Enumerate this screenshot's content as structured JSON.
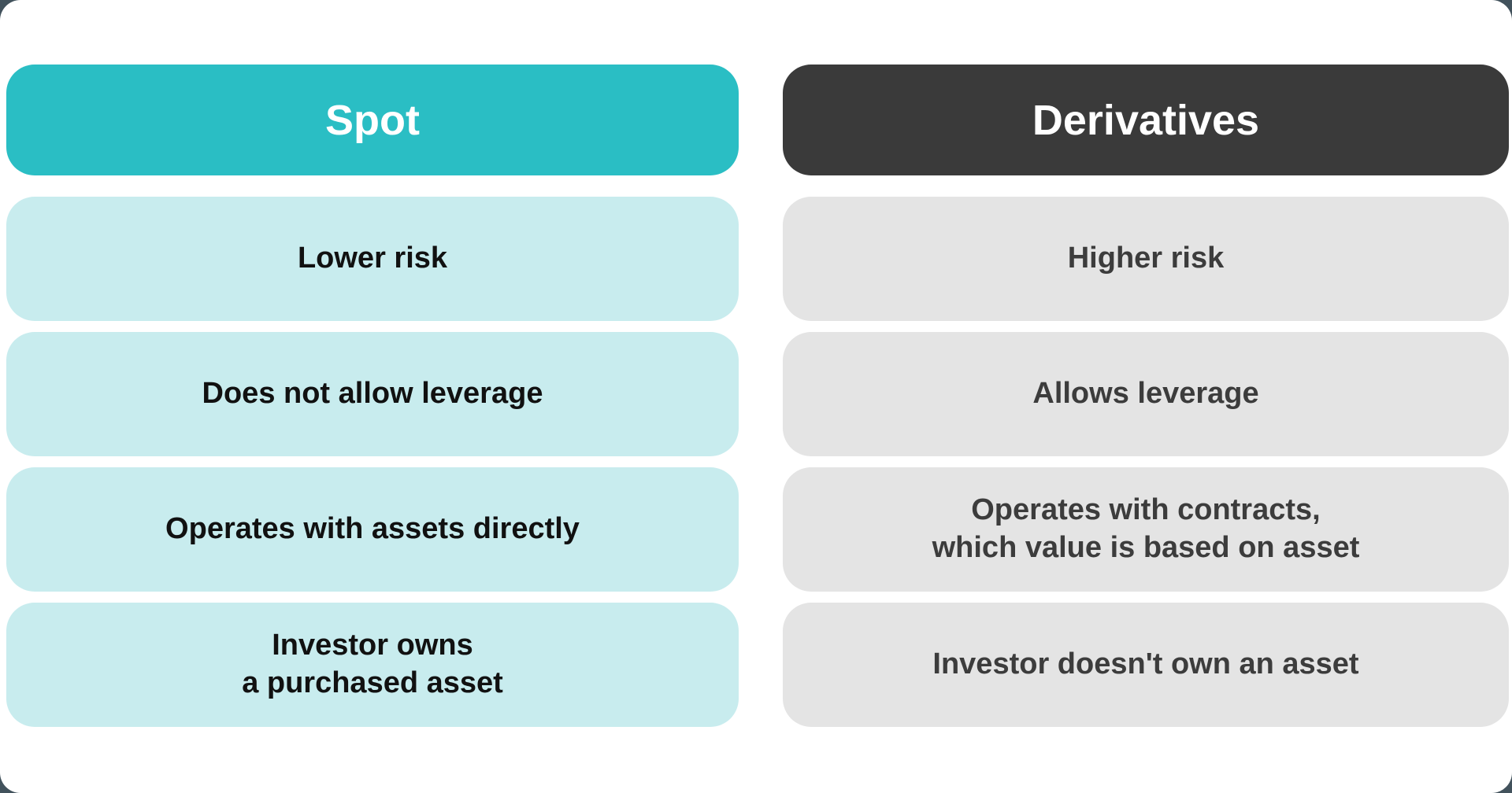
{
  "page": {
    "backdrop_color": "#42525C",
    "card_background": "#FFFFFF"
  },
  "comparison": {
    "columns": [
      {
        "id": "spot",
        "title": "Spot",
        "header_bg": "#2ABEC4",
        "header_text_color": "#FFFFFF",
        "row_bg": "#C8ECEE",
        "row_text_color": "#111111",
        "rows": [
          "Lower risk",
          "Does not allow leverage",
          "Operates with assets directly",
          "Investor owns\na purchased asset"
        ]
      },
      {
        "id": "derivatives",
        "title": "Derivatives",
        "header_bg": "#3A3A3A",
        "header_text_color": "#FFFFFF",
        "row_bg": "#E4E4E4",
        "row_text_color": "#3C3C3C",
        "rows": [
          "Higher risk",
          "Allows leverage",
          "Operates with contracts,\nwhich value is based on asset",
          "Investor doesn't own an asset"
        ]
      }
    ]
  }
}
